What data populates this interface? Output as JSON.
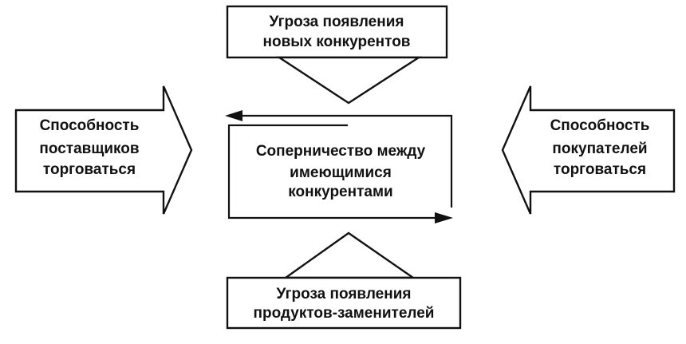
{
  "top": {
    "lines": [
      "Угроза появления",
      "новых конкурентов"
    ]
  },
  "left": {
    "lines": [
      "Способность",
      "поставщиков",
      "торговаться"
    ]
  },
  "center": {
    "lines": [
      "Соперничество между",
      "имеющимися",
      "конкурентами"
    ]
  },
  "right": {
    "lines": [
      "Способность",
      "покупателей",
      "торговаться"
    ]
  },
  "bottom": {
    "lines": [
      "Угроза появления",
      "продуктов-заменителей"
    ]
  }
}
